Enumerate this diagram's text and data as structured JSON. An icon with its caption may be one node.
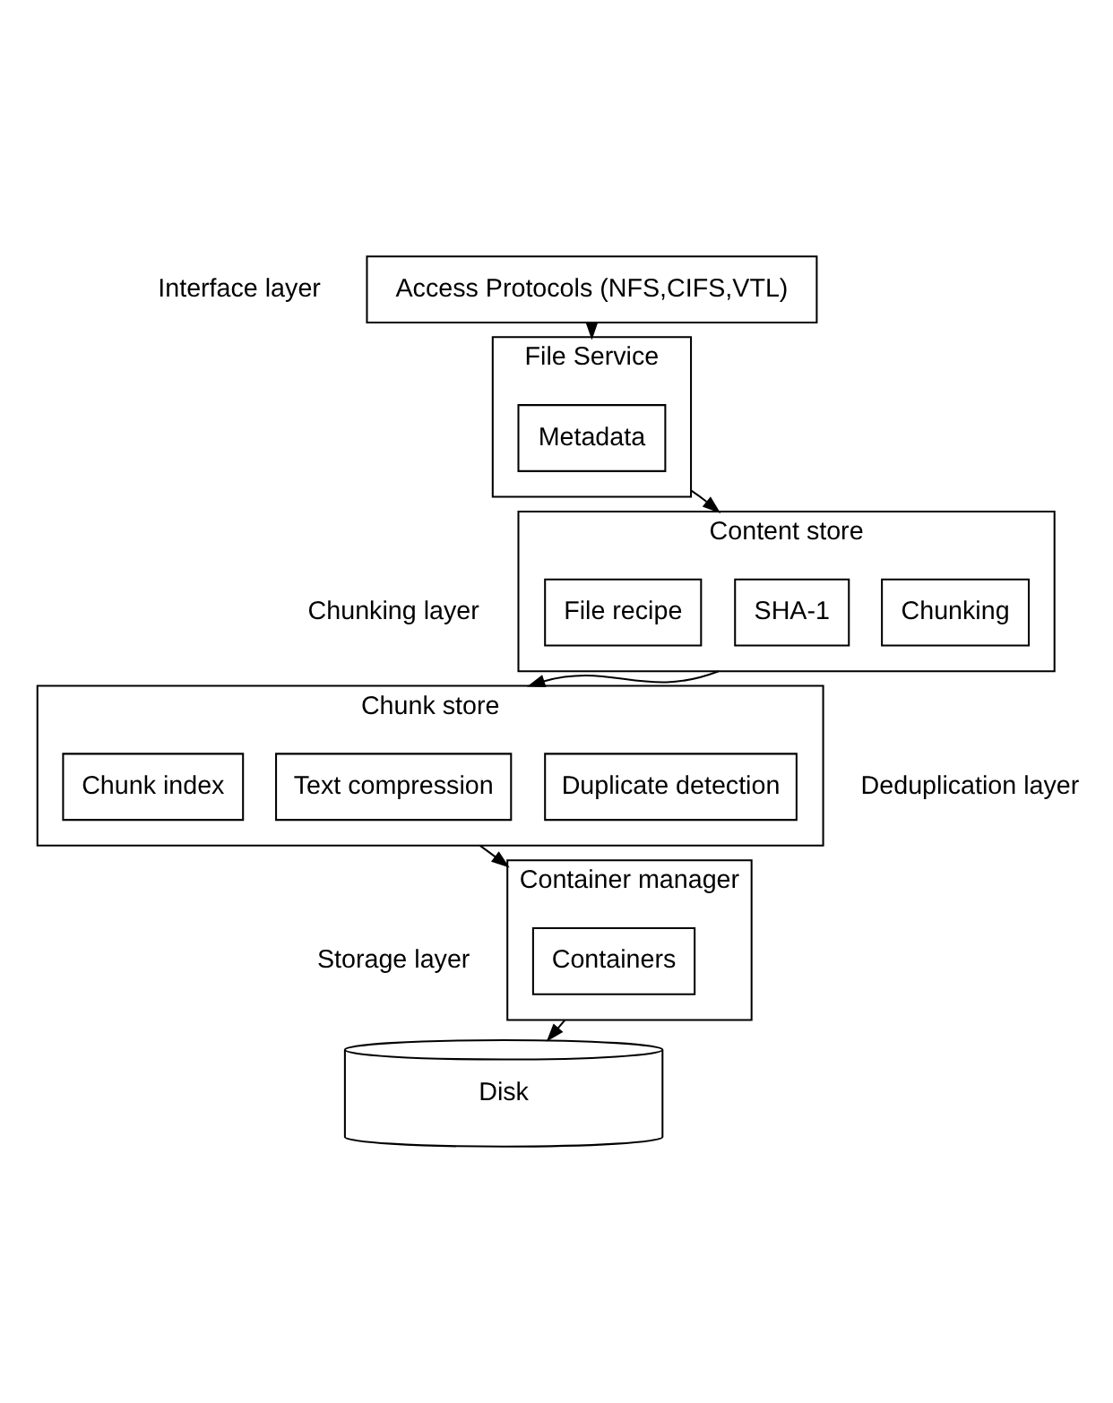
{
  "diagram": {
    "nodes": [
      {
        "text": [
          "Access Protocols (NFS,CIFS,VTL)"
        ]
      },
      {
        "text": [
          "File Service"
        ]
      },
      {
        "text": [
          "Metadata"
        ],
        "in": 1
      },
      {
        "text": [
          "Content store"
        ]
      },
      {
        "text": [
          "Chunking"
        ],
        "in": 3
      },
      {
        "text": [
          "SHA-1"
        ],
        "in": 3
      },
      {
        "text": [
          "File recipe"
        ],
        "in": 3
      },
      {
        "text": [
          "Chunk store"
        ]
      },
      {
        "text": [
          "Duplicate detection"
        ],
        "in": 7
      },
      {
        "text": [
          "Text compression"
        ],
        "in": 7
      },
      {
        "text": [
          "Chunk index"
        ],
        "in": 7
      },
      {
        "text": [
          "Container manager"
        ]
      },
      {
        "text": [
          "Containers"
        ],
        "in": 11
      },
      {
        "text": [
          "Disk"
        ]
      }
    ],
    "edges": [
      {
        "from": 0,
        "to": 1,
        "arrow": "to"
      },
      {
        "from": 1,
        "to": 3,
        "arrow": "to"
      },
      {
        "from": 3,
        "to": 7,
        "arrow": "to"
      },
      {
        "from": 7,
        "to": 11,
        "arrow": "to"
      },
      {
        "from": 11,
        "to": 13,
        "arrow": "to"
      }
    ],
    "labels": [
      "Interface layer",
      "Chunking layer",
      "Deduplication layer",
      "Storage layer"
    ]
  }
}
